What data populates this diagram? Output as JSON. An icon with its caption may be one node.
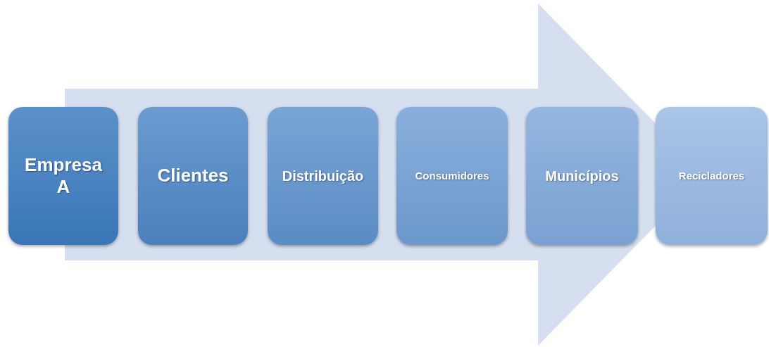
{
  "diagram": {
    "nodes": [
      {
        "text": [
          "Empresa A"
        ]
      },
      {
        "text": [
          "Clientes"
        ]
      },
      {
        "text": [
          "Distribuição"
        ]
      },
      {
        "text": [
          "Consumidores"
        ]
      },
      {
        "text": [
          "Municípios"
        ]
      },
      {
        "text": [
          "Recicladores"
        ]
      }
    ],
    "edges": [
      {
        "from": 0,
        "to": 5,
        "arrow": "to"
      }
    ]
  }
}
